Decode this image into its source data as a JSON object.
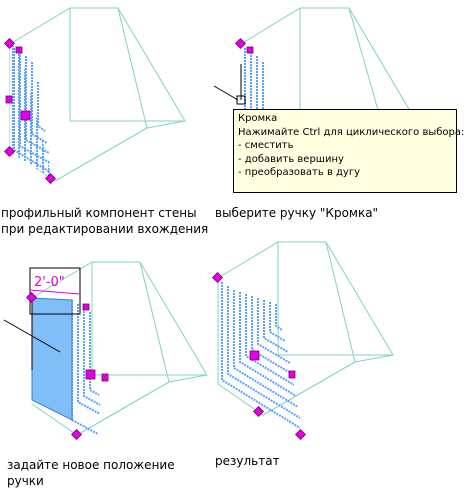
{
  "captions": {
    "step1_line1": "профильный компонент стены",
    "step1_line2": "при редактировании вхождения",
    "step2": "выберите ручку \"Кромка\"",
    "step3_line1": "задайте новое положение",
    "step3_line2": "ручки",
    "step4": "результат"
  },
  "tooltip": {
    "title": "Кромка",
    "hint": "Нажимайте Ctrl для циклического выбора:",
    "options": [
      "- сместить",
      "- добавить вершину",
      "- преобразовать в дугу"
    ]
  },
  "dimension_label": "2'-0\"",
  "colors": {
    "wireframe": "#7fd3c6",
    "hatch": "#5aa0ff",
    "grip": "#e000e0",
    "grip_outline": "#7a007a",
    "selected_fill": "#7fbef7",
    "tooltip_bg": "#ffffe1"
  },
  "icons": [
    "grip-marker-icon",
    "cursor-crosshair-icon"
  ]
}
